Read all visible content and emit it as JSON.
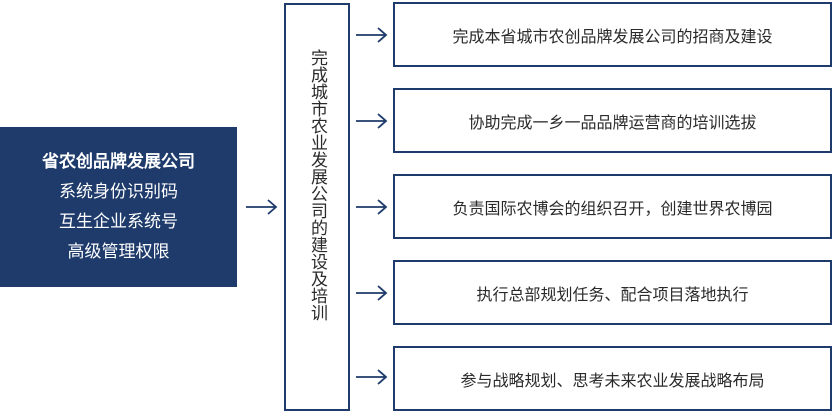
{
  "left": {
    "title": "省农创品牌发展公司",
    "lines": [
      "系统身份识别码",
      "互生企业系统号",
      "高级管理权限"
    ]
  },
  "middle": {
    "label": "完成城市农业发展公司的建设及培训"
  },
  "items": [
    "完成本省城市农创品牌发展公司的招商及建设",
    "协助完成一乡一品品牌运营商的培训选拔",
    "负责国际农博会的组织召开，创建世界农博园",
    "执行总部规划任务、配合项目落地执行",
    "参与战略规划、思考未来农业发展战略布局"
  ],
  "colors": {
    "accent": "#1e3b6b",
    "text": "#2a2a2a",
    "background": "#ffffff"
  }
}
